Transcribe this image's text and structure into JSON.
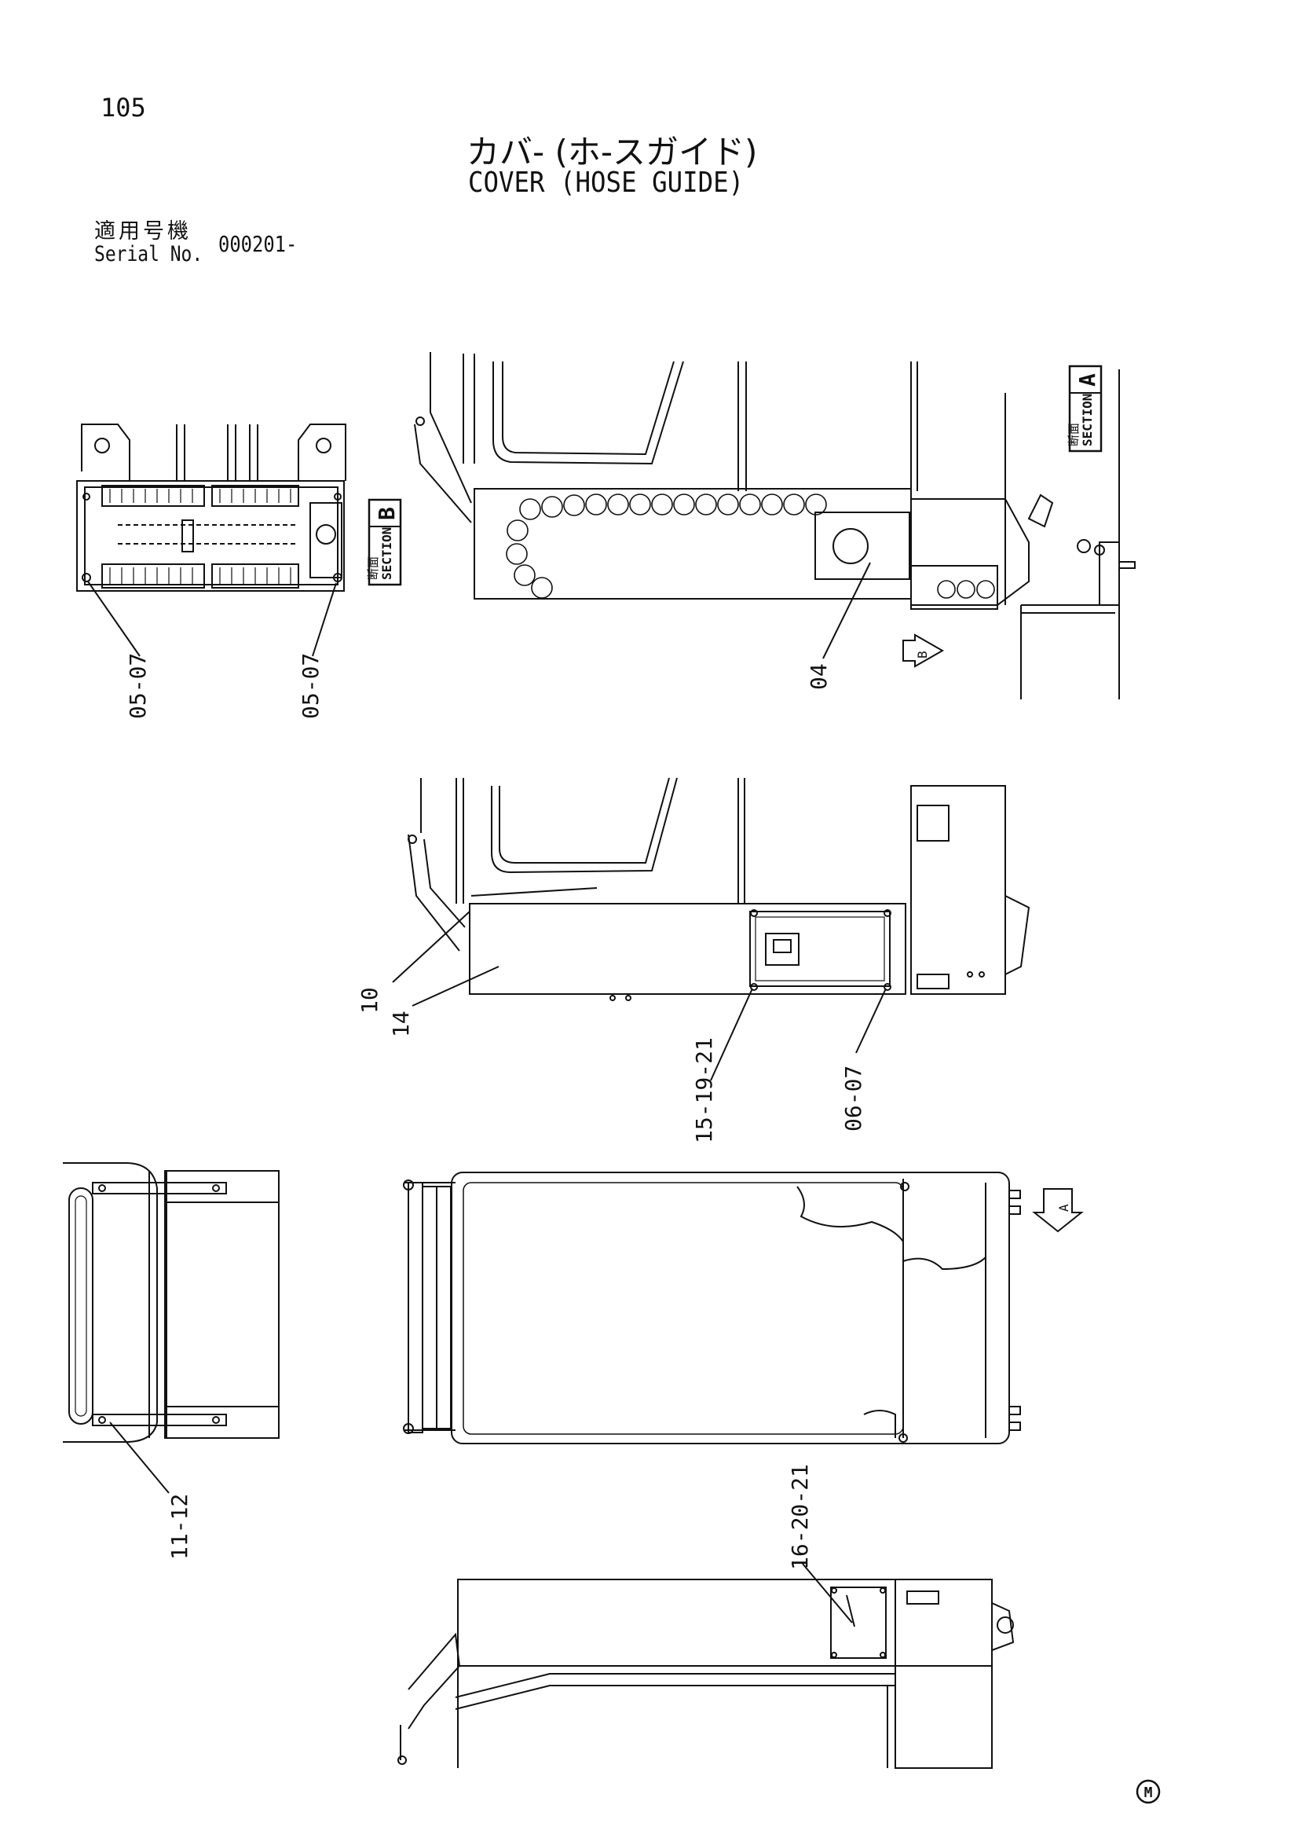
{
  "header": {
    "page_number": "105",
    "title_jp": "カバ- (ホ-スガイド)",
    "title_en": "COVER (HOSE GUIDE)",
    "serial_label_jp": "適用号機",
    "serial_label_en": "Serial No.",
    "serial_value": "000201-"
  },
  "sections": {
    "a_jp": "断面",
    "a_en": "SECTION",
    "a_letter": "A",
    "b_jp": "断面",
    "b_en": "SECTION",
    "b_letter": "B"
  },
  "arrows": {
    "a": "A",
    "b": "B"
  },
  "callouts": {
    "c_05_07_left": "05-07",
    "c_05_07_right": "05-07",
    "c_04": "04",
    "c_10": "10",
    "c_14": "14",
    "c_15_19_21": "15-19-21",
    "c_06_07": "06-07",
    "c_11_12": "11-12",
    "c_16_20_21": "16-20-21"
  },
  "footer": {
    "mark": "M"
  }
}
